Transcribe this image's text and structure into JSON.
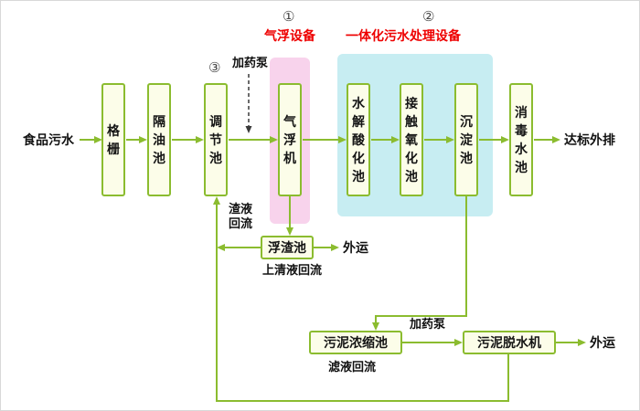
{
  "diagram": {
    "inlet_label": "食品污水",
    "outlet_label": "达标外排",
    "main_tanks": {
      "grid": "格栅",
      "oil_separator": "隔油池",
      "regulating": "调节池",
      "air_flotation": "气浮机",
      "hydrolysis_acidification": "水解酸化池",
      "contact_oxidation": "接触氧化池",
      "sedimentation": "沉淀池",
      "disinfection": "消毒水池"
    },
    "bottom_tanks": {
      "scum": "浮渣池",
      "sludge_thickening": "污泥浓缩池",
      "sludge_dewatering": "污泥脱水机"
    },
    "callouts": {
      "marker_1": "①",
      "air_flotation_equipment": "气浮设备",
      "marker_2": "②",
      "integrated_equipment": "一体化污水处理设备",
      "marker_3": "③"
    },
    "line_labels": {
      "dosing_pump_top": "加药泵",
      "residue_reflux": "渣液回流",
      "scum_outward": "外运",
      "supernatant_reflux": "上清液回流",
      "dosing_pump_bottom": "加药泵",
      "sludge_outward": "外运",
      "filtrate_reflux": "滤液回流"
    }
  },
  "colors": {
    "line_green": "#8bbc2f",
    "box_fill": "#fcfde9",
    "pink_region": "#f8d3ec",
    "cyan_region": "#c7edf2",
    "red_text": "#ee0000",
    "marker_gray": "#444444"
  }
}
